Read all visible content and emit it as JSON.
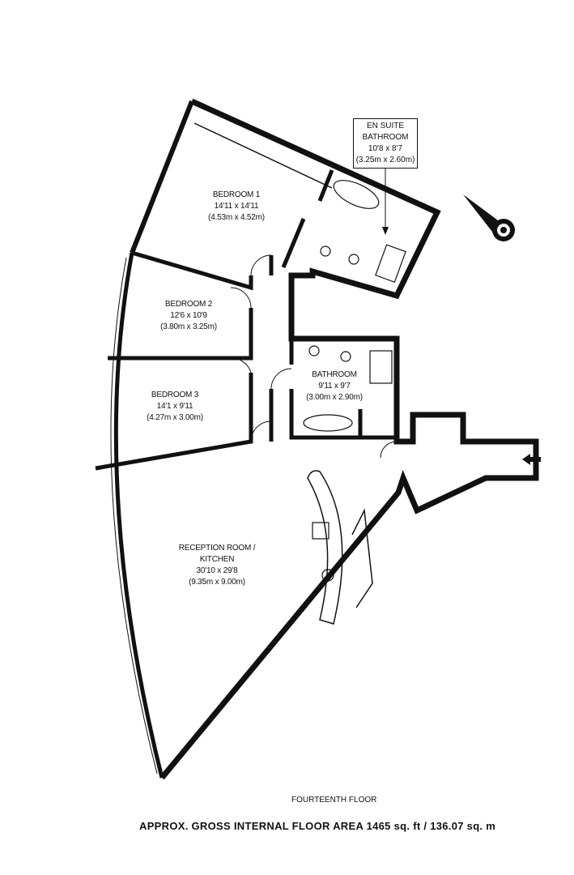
{
  "rooms": {
    "bedroom1": {
      "name": "BEDROOM 1",
      "imperial": "14'11 x 14'11",
      "metric": "(4.53m x 4.52m)"
    },
    "bedroom2": {
      "name": "BEDROOM 2",
      "imperial": "12'6 x 10'9",
      "metric": "(3.80m x 3.25m)"
    },
    "bedroom3": {
      "name": "BEDROOM 3",
      "imperial": "14'1 x 9'11",
      "metric": "(4.27m x 3.00m)"
    },
    "bathroom": {
      "name": "BATHROOM",
      "imperial": "9'11 x 9'7",
      "metric": "(3.00m x 2.90m)"
    },
    "ensuite": {
      "name1": "EN SUITE",
      "name2": "BATHROOM",
      "imperial": "10'8 x 8'7",
      "metric": "(3.25m x 2.60m)"
    },
    "reception": {
      "name1": "RECEPTION ROOM /",
      "name2": "KITCHEN",
      "imperial": "30'10 x 29'8",
      "metric": "(9.35m x 9.00m)"
    }
  },
  "floor_label": "FOURTEENTH FLOOR",
  "area_label": "APPROX. GROSS INTERNAL FLOOR AREA 1465 sq. ft / 136.07 sq. m",
  "colors": {
    "wall": "#111111",
    "background": "#ffffff"
  }
}
